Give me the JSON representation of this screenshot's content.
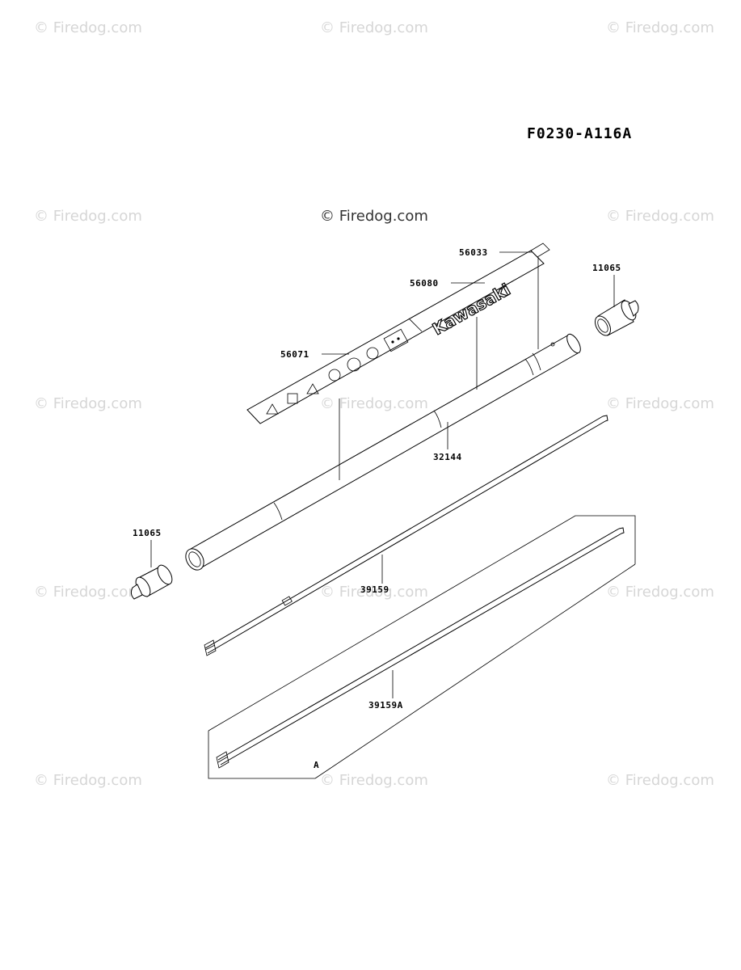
{
  "diagram_code": "F0230-A116A",
  "watermark": "© Firedog.com",
  "brand_label": "Kawasaki",
  "parts": {
    "label_56033": "56033",
    "label_56080": "56080",
    "label_56071": "56071",
    "pipe_32144": "32144",
    "cap_11065_top": "11065",
    "cap_11065_bottom": "11065",
    "shaft_39159": "39159",
    "shaft_39159a": "39159A"
  },
  "group_marker": "A"
}
